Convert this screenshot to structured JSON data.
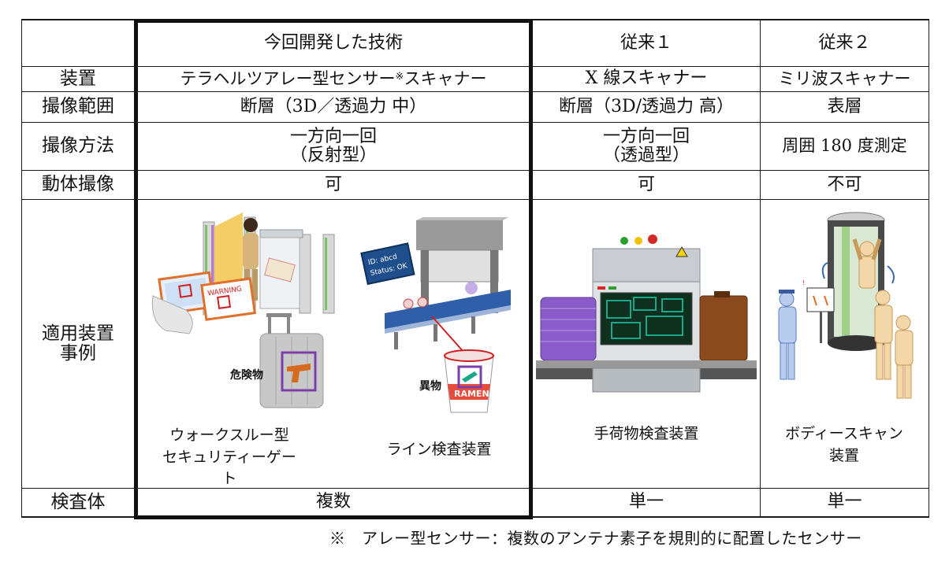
{
  "columns": {
    "new_tech": "今回開発した技術",
    "conventional_1": "従来１",
    "conventional_2": "従来２"
  },
  "rows": {
    "device": {
      "label": "装置",
      "new_tech_prefix": "テラヘルツアレー型センサー",
      "new_tech_mark": "※",
      "new_tech_suffix": "スキャナー",
      "conventional_1": "X 線スキャナー",
      "conventional_2": "ミリ波スキャナー"
    },
    "imaging_range": {
      "label": "撮像範囲",
      "new_tech": "断層（3D／透過力 中）",
      "conventional_1": "断層（3D/透過力 高）",
      "conventional_2": "表層"
    },
    "imaging_method": {
      "label": "撮像方法",
      "new_tech_line1": "一方向一回",
      "new_tech_line2": "（反射型）",
      "conventional_1_line1": "一方向一回",
      "conventional_1_line2": "（透過型）",
      "conventional_2": "周囲 180 度測定"
    },
    "moving_object": {
      "label": "動体撮像",
      "new_tech": "可",
      "conventional_1": "可",
      "conventional_2": "不可"
    },
    "application": {
      "label_line1": "適用装置",
      "label_line2": "事例",
      "new_tech_caption_a_line1": "ウォークスルー型",
      "new_tech_caption_a_line2": "セキュリティーゲート",
      "new_tech_caption_b": "ライン検査装置",
      "conventional_1_caption": "手荷物検査装置",
      "conventional_2_caption_line1": "ボディースキャン",
      "conventional_2_caption_line2": "装置",
      "illustration_labels": {
        "danger": "危険物",
        "foreign": "異物",
        "warning": "WARNING",
        "status_line1": "ID: abcd",
        "status_line2": "Status: OK",
        "cup_text": "RAMEN"
      }
    },
    "inspected_objects": {
      "label": "検査体",
      "new_tech": "複数",
      "conventional_1": "単一",
      "conventional_2": "単一"
    }
  },
  "footnote": "※　アレー型センサー：複数のアンテナ素子を規則的に配置したセンサー",
  "colors": {
    "border": "#1a1a1a",
    "accent_purple": "#7b3fa8",
    "accent_orange": "#e0702a",
    "scan_teal": "#1aa88a"
  }
}
